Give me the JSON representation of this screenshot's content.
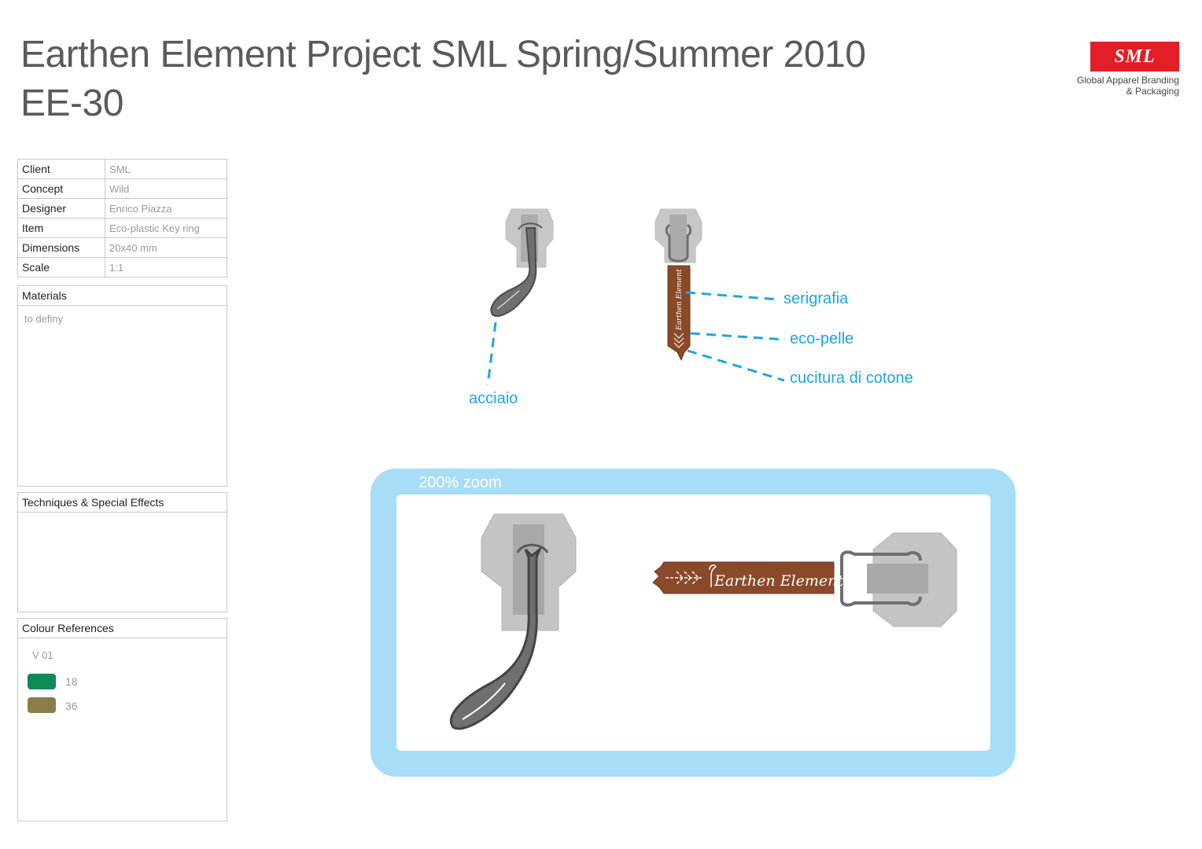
{
  "header": {
    "title_line1": "Earthen Element Project SML Spring/Summer 2010",
    "title_line2": "EE-30"
  },
  "brand": {
    "logo": "SML",
    "tagline_line1": "Global Apparel Branding",
    "tagline_line2": "& Packaging",
    "color": "#e21f26"
  },
  "info": {
    "rows": [
      {
        "label": "Client",
        "value": "SML"
      },
      {
        "label": "Concept",
        "value": "Wild"
      },
      {
        "label": "Designer",
        "value": "Enrico Piazza"
      },
      {
        "label": "Item",
        "value": "Eco-plastic Key ring"
      },
      {
        "label": "Dimensions",
        "value": "20x40 mm"
      },
      {
        "label": "Scale",
        "value": "1:1"
      }
    ]
  },
  "materials": {
    "heading": "Materials",
    "text": "to definy"
  },
  "techniques": {
    "heading": "Techniques & Special Effects"
  },
  "colours": {
    "heading": "Colour References",
    "version": "V 01",
    "swatches": [
      {
        "label": "18",
        "color": "#0d8a55"
      },
      {
        "label": "36",
        "color": "#8b7d4a"
      }
    ]
  },
  "callouts": {
    "serigrafia": "serigrafia",
    "ecopelle": "eco-pelle",
    "cucitura": "cucitura di cotone",
    "acciaio": "acciaio",
    "color": "#1ea6e0"
  },
  "zoom": {
    "label": "200% zoom",
    "tag_text": "Earthen Element"
  }
}
